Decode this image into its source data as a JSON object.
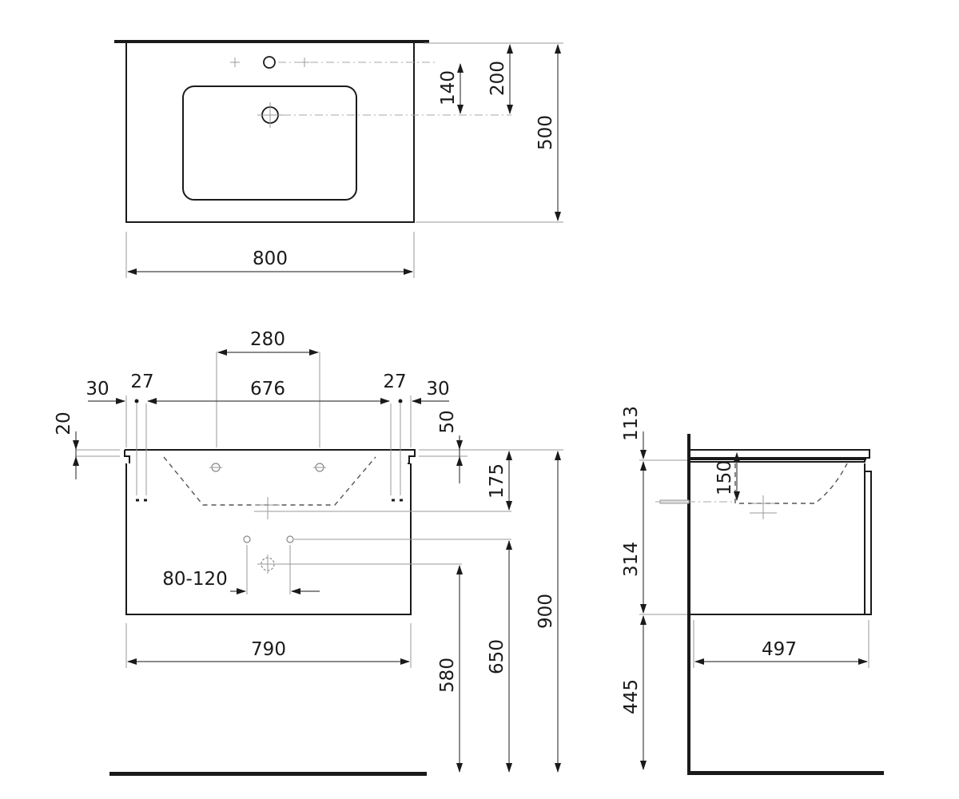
{
  "top_view": {
    "width_label": "800",
    "depth_label": "500",
    "tap_offset_label": "200",
    "drain_offset_label": "140"
  },
  "front_view": {
    "drain_spacing_label": "280",
    "inner_width_label": "676",
    "left_edge_label": "30",
    "left_bracket_label": "27",
    "right_bracket_label": "27",
    "right_edge_label": "30",
    "top_thickness_label": "20",
    "rim_label": "50",
    "bowl_depth_label": "175",
    "cabinet_width_label": "790",
    "siphon_label": "80-120",
    "height_580_label": "580",
    "height_650_label": "650",
    "height_900_label": "900"
  },
  "side_view": {
    "top_label": "113",
    "overflow_label": "150",
    "cabinet_height_label": "314",
    "floor_gap_label": "445",
    "depth_label": "497"
  }
}
